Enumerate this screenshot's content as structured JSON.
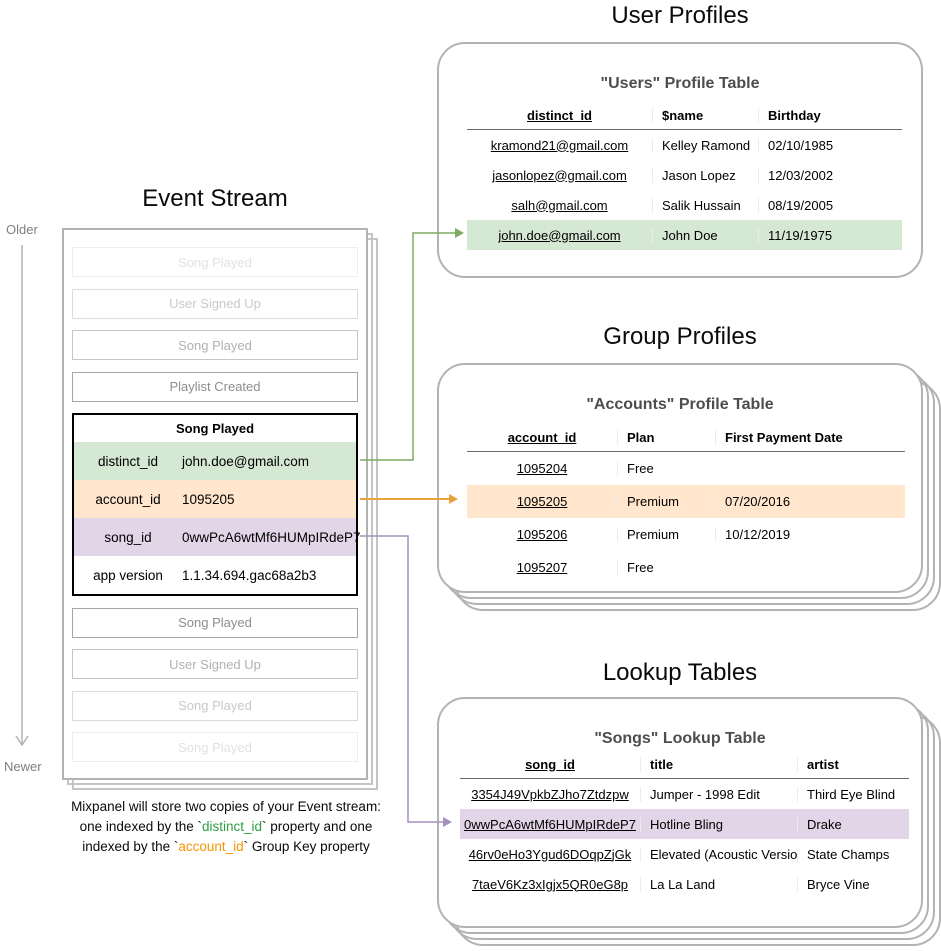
{
  "colors": {
    "card_border": "#b3b3b3",
    "green_fill": "#d5e8d4",
    "orange_fill": "#ffe6cc",
    "purple_fill": "#e1d5e7",
    "green_stroke": "#7cab63",
    "orange_stroke": "#e8a33d",
    "purple_stroke": "#a491bc",
    "gray_stroke": "#b3b3b3",
    "green_text": "#2e9e44",
    "orange_text": "#f79500"
  },
  "event_stream": {
    "title": "Event Stream",
    "older_label": "Older",
    "newer_label": "Newer",
    "events_above": [
      "Song Played",
      "User Signed Up",
      "Song Played",
      "Playlist Created"
    ],
    "expanded_event": {
      "title": "Song Played",
      "properties": [
        {
          "key": "distinct_id",
          "value": "john.doe@gmail.com",
          "highlight": "green"
        },
        {
          "key": "account_id",
          "value": "1095205",
          "highlight": "orange"
        },
        {
          "key": "song_id",
          "value": "0wwPcA6wtMf6HUMpIRdeP7",
          "highlight": "purple"
        },
        {
          "key": "app version",
          "value": "1.1.34.694.gac68a2b3",
          "highlight": "none"
        }
      ]
    },
    "events_below": [
      "Song Played",
      "User Signed Up",
      "Song Played",
      "Song Played"
    ],
    "caption": {
      "line1": "Mixpanel will store two copies of your Event stream:",
      "line2_pre": "one indexed by the `",
      "line2_code": "distinct_id",
      "line2_post": "` property and one",
      "line3_pre": "indexed by the `",
      "line3_code": "account_id",
      "line3_post": "` Group Key property"
    }
  },
  "user_profiles": {
    "section_title": "User Profiles",
    "card_title": "\"Users\" Profile Table",
    "table": {
      "columns": [
        "distinct_id",
        "$name",
        "Birthday"
      ],
      "rows": [
        {
          "cells": [
            "kramond21@gmail.com",
            "Kelley Ramond",
            "02/10/1985"
          ],
          "highlight": "none"
        },
        {
          "cells": [
            "jasonlopez@gmail.com",
            "Jason Lopez",
            "12/03/2002"
          ],
          "highlight": "none"
        },
        {
          "cells": [
            "salh@gmail.com",
            "Salik Hussain",
            "08/19/2005"
          ],
          "highlight": "none"
        },
        {
          "cells": [
            "john.doe@gmail.com",
            "John Doe",
            "11/19/1975"
          ],
          "highlight": "green"
        }
      ]
    }
  },
  "group_profiles": {
    "section_title": "Group Profiles",
    "card_title": "\"Accounts\" Profile Table",
    "table": {
      "columns": [
        "account_id",
        "Plan",
        "First Payment Date"
      ],
      "rows": [
        {
          "cells": [
            "1095204",
            "Free",
            ""
          ],
          "highlight": "none"
        },
        {
          "cells": [
            "1095205",
            "Premium",
            "07/20/2016"
          ],
          "highlight": "orange"
        },
        {
          "cells": [
            "1095206",
            "Premium",
            "10/12/2019"
          ],
          "highlight": "none"
        },
        {
          "cells": [
            "1095207",
            "Free",
            ""
          ],
          "highlight": "none"
        }
      ]
    }
  },
  "lookup_tables": {
    "section_title": "Lookup Tables",
    "card_title": "\"Songs\" Lookup Table",
    "table": {
      "columns": [
        "song_id",
        "title",
        "artist"
      ],
      "rows": [
        {
          "cells": [
            "3354J49VpkbZJho7Ztdzpw",
            "Jumper - 1998 Edit",
            "Third Eye Blind"
          ],
          "highlight": "none"
        },
        {
          "cells": [
            "0wwPcA6wtMf6HUMpIRdeP7",
            "Hotline Bling",
            "Drake"
          ],
          "highlight": "purple"
        },
        {
          "cells": [
            "46rv0eHo3Ygud6DOqpZjGk",
            "Elevated (Acoustic Version)",
            "State Champs"
          ],
          "highlight": "none"
        },
        {
          "cells": [
            "7taeV6Kz3xIgjx5QR0eG8p",
            "La La Land",
            "Bryce Vine"
          ],
          "highlight": "none"
        }
      ]
    }
  }
}
